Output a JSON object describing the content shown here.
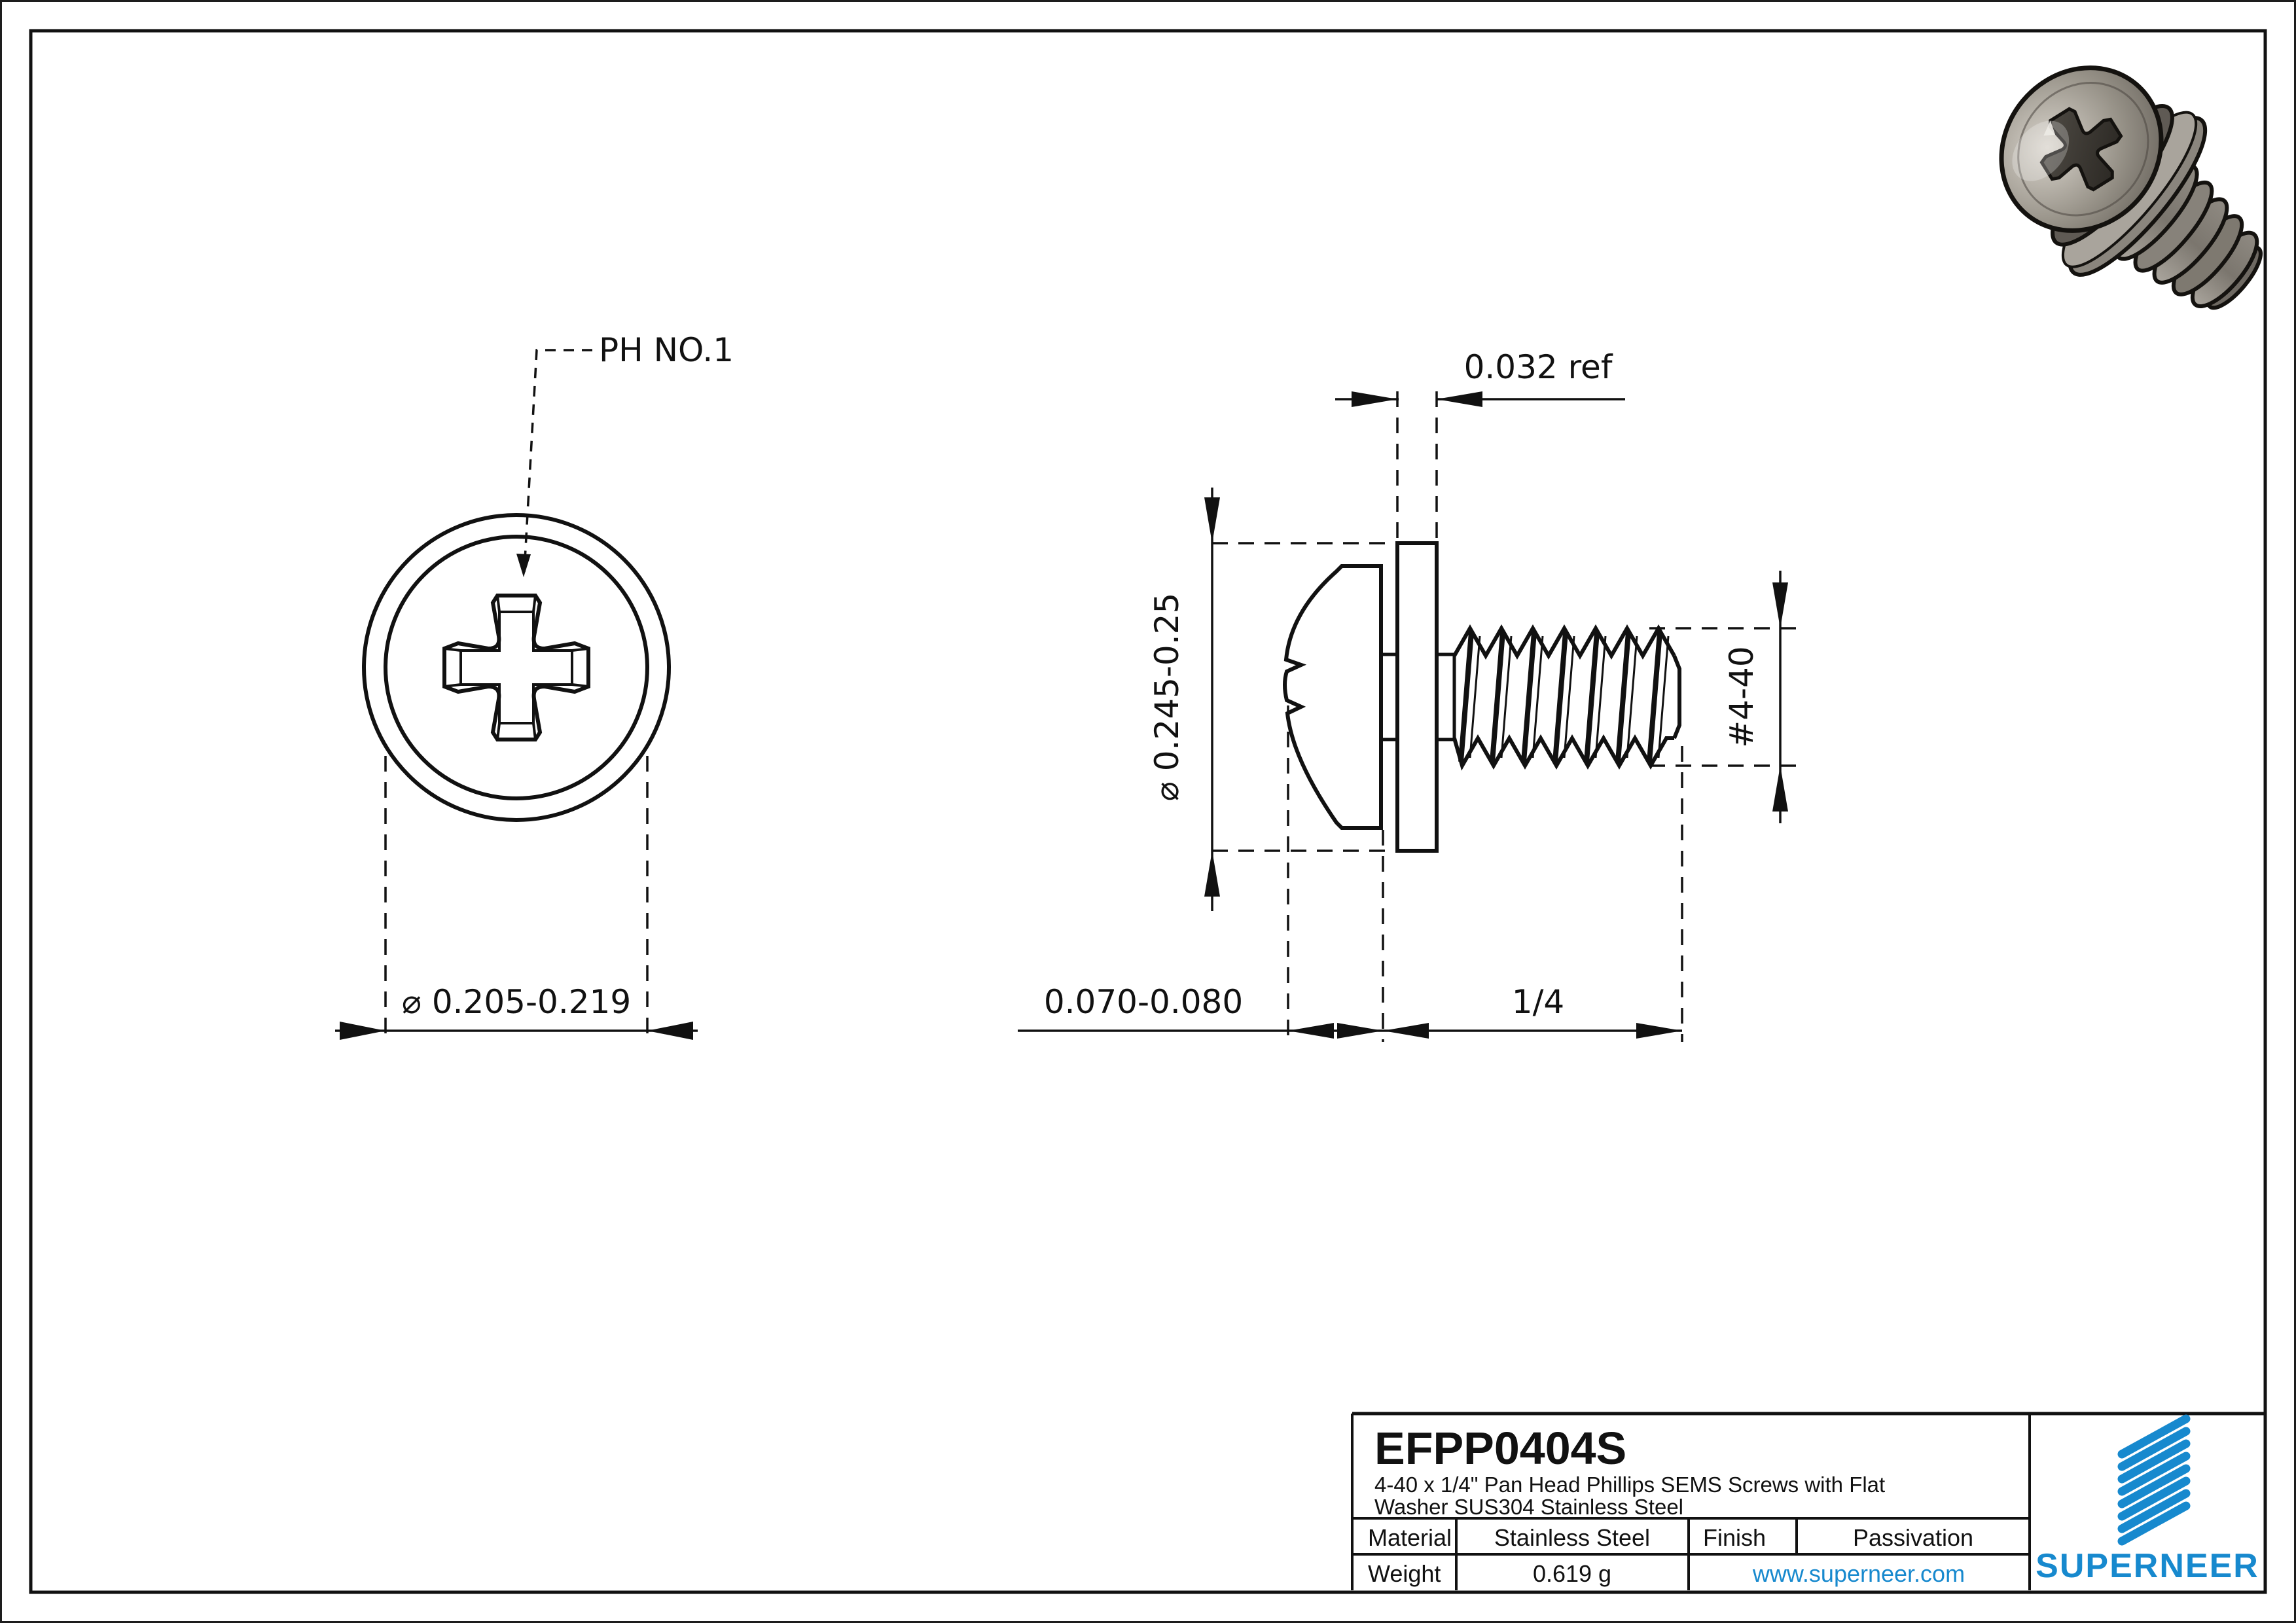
{
  "drawing": {
    "front_view": {
      "ph_label": "PH NO.1",
      "diameter": "⌀ 0.205-0.219"
    },
    "side_view": {
      "washer_thickness": "0.032 ref",
      "head_diameter": "⌀ 0.245-0.25",
      "thread_spec": "#4-40",
      "head_height": "0.070-0.080",
      "thread_length": "1/4"
    }
  },
  "title_block": {
    "part_number": "EFPP0404S",
    "description_line1": "4-40 x 1/4\" Pan Head Phillips SEMS Screws with Flat",
    "description_line2": "Washer SUS304 Stainless Steel",
    "material_label": "Material",
    "material_value": "Stainless Steel",
    "finish_label": "Finish",
    "finish_value": "Passivation",
    "weight_label": "Weight",
    "weight_value": "0.619 g",
    "website": "www.superneer.com",
    "brand": "SUPERNEER"
  },
  "colors": {
    "accent": "#1789ce",
    "line": "#111111",
    "metal_light": "#d6d1c9",
    "metal_mid": "#8d8880",
    "metal_dark": "#615c55"
  }
}
